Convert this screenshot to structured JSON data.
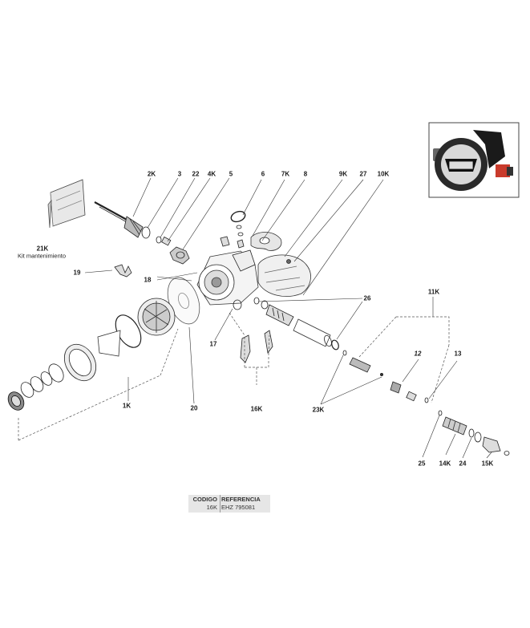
{
  "labels": {
    "l2K": "2K",
    "l3": "3",
    "l22": "22",
    "l4K": "4K",
    "l5": "5",
    "l6": "6",
    "l7K": "7K",
    "l8": "8",
    "l9K": "9K",
    "l27": "27",
    "l10K": "10K",
    "l21K": "21K",
    "kit": "Kit mantenimiento",
    "l19": "19",
    "l18": "18",
    "l26": "26",
    "l11K": "11K",
    "l17": "17",
    "l12": "12",
    "l13": "13",
    "l1K": "1K",
    "l20": "20",
    "l16K": "16K",
    "l23K": "23K",
    "l25": "25",
    "l14K": "14K",
    "l24": "24",
    "l15K": "15K"
  },
  "reference_table": {
    "header_code": "CODIGO",
    "header_ref": "REFERENCIA",
    "code": "16K",
    "ref": "EHZ 795081"
  },
  "colors": {
    "line": "#222222",
    "part_fill": "#ffffff",
    "part_shade": "#9a9a9a"
  }
}
